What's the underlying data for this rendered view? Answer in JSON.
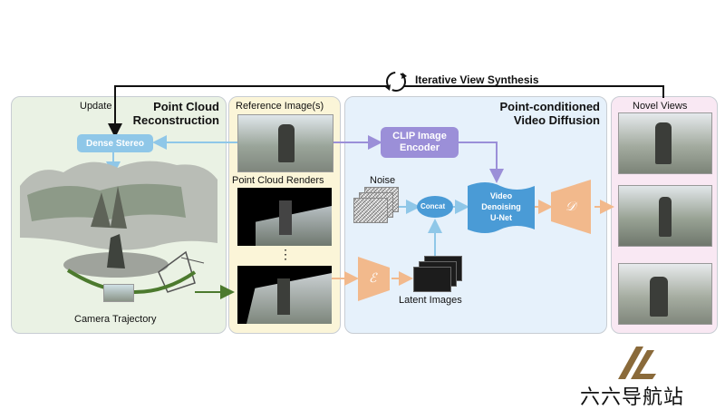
{
  "top": {
    "label": "Iterative View Synthesis"
  },
  "panel_pc": {
    "title_1": "Point Cloud",
    "title_2": "Reconstruction",
    "update": "Update",
    "dense_stereo": "Dense Stereo",
    "camera_trajectory": "Camera Trajectory"
  },
  "panel_ref": {
    "reference": "Reference Image(s)",
    "renders": "Point Cloud Renders",
    "dots": "⋮"
  },
  "panel_diff": {
    "title_1": "Point-conditioned",
    "title_2": "Video Diffusion",
    "clip_1": "CLIP Image",
    "clip_2": "Encoder",
    "noise": "Noise",
    "concat": "Concat",
    "unet_1": "Video",
    "unet_2": "Denoising",
    "unet_3": "U-Net",
    "encoder_symbol": "ℰ",
    "decoder_symbol": "𝒟",
    "latent": "Latent Images"
  },
  "panel_novel": {
    "title": "Novel Views"
  },
  "watermark": {
    "text": "六六导航站"
  },
  "colors": {
    "green_panel": "#eaf2e4",
    "yellow_panel": "#fbf5d8",
    "blue_panel": "#e6f1fb",
    "pink_panel": "#f9e8f3",
    "orange": "#f2b98c",
    "arrow_blue": "#9dc9e5",
    "arrow_green": "#4c7a2e"
  }
}
